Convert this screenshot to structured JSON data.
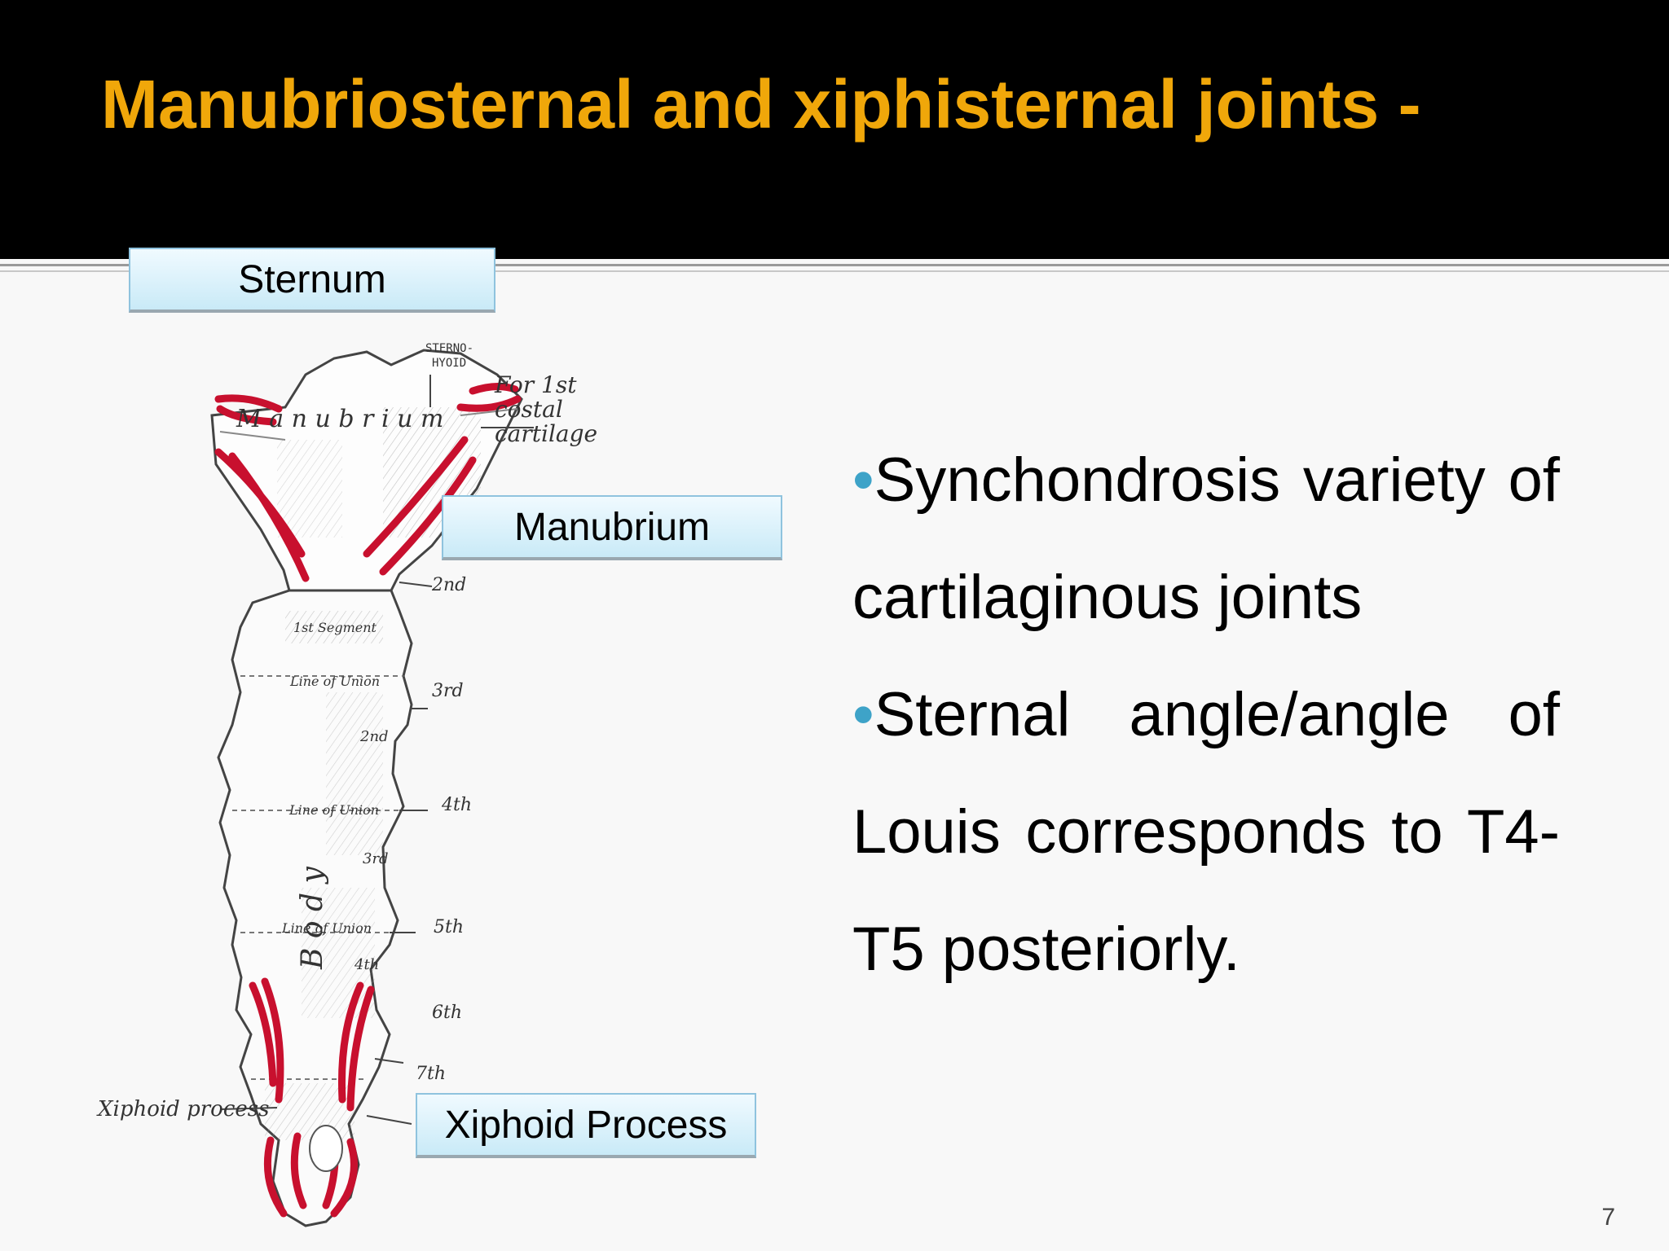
{
  "slide": {
    "title": "Manubriosternal and xiphisternal joints -",
    "page_number": "7"
  },
  "labels": {
    "sternum": "Sternum",
    "manubrium": "Manubrium",
    "xiphoid": "Xiphoid Process"
  },
  "figure": {
    "sternohyoid": "STERNO-",
    "sternohyoid2": "HYOID",
    "for1": "For 1st",
    "for2": "costal",
    "for3": "cartilage",
    "manubrium_text": "M a n u b r i u m",
    "c2": "2nd",
    "c3": "3rd",
    "c4": "4th",
    "c5": "5th",
    "c6": "6th",
    "c7": "7th",
    "seg1": "1st Segment",
    "line1": "Line of Union",
    "seg2": "2nd",
    "line2": "Line of Union",
    "seg3": "3rd",
    "line3": "Line of Union",
    "seg4": "4th",
    "body_text": "B o d y",
    "xiphoid_text": "Xiphoid process"
  },
  "bullets": [
    {
      "line1": "Synchondrosis variety",
      "line2": "of cartilaginous joints"
    },
    {
      "line1": "Sternal angle/angle of",
      "line2": "Louis corresponds to",
      "line3": "T4-T5 posteriorly."
    }
  ],
  "colors": {
    "title": "#f0a70a",
    "header_bg": "#000000",
    "bullet": "#3ea3c8",
    "highlight": "#c8102e"
  }
}
